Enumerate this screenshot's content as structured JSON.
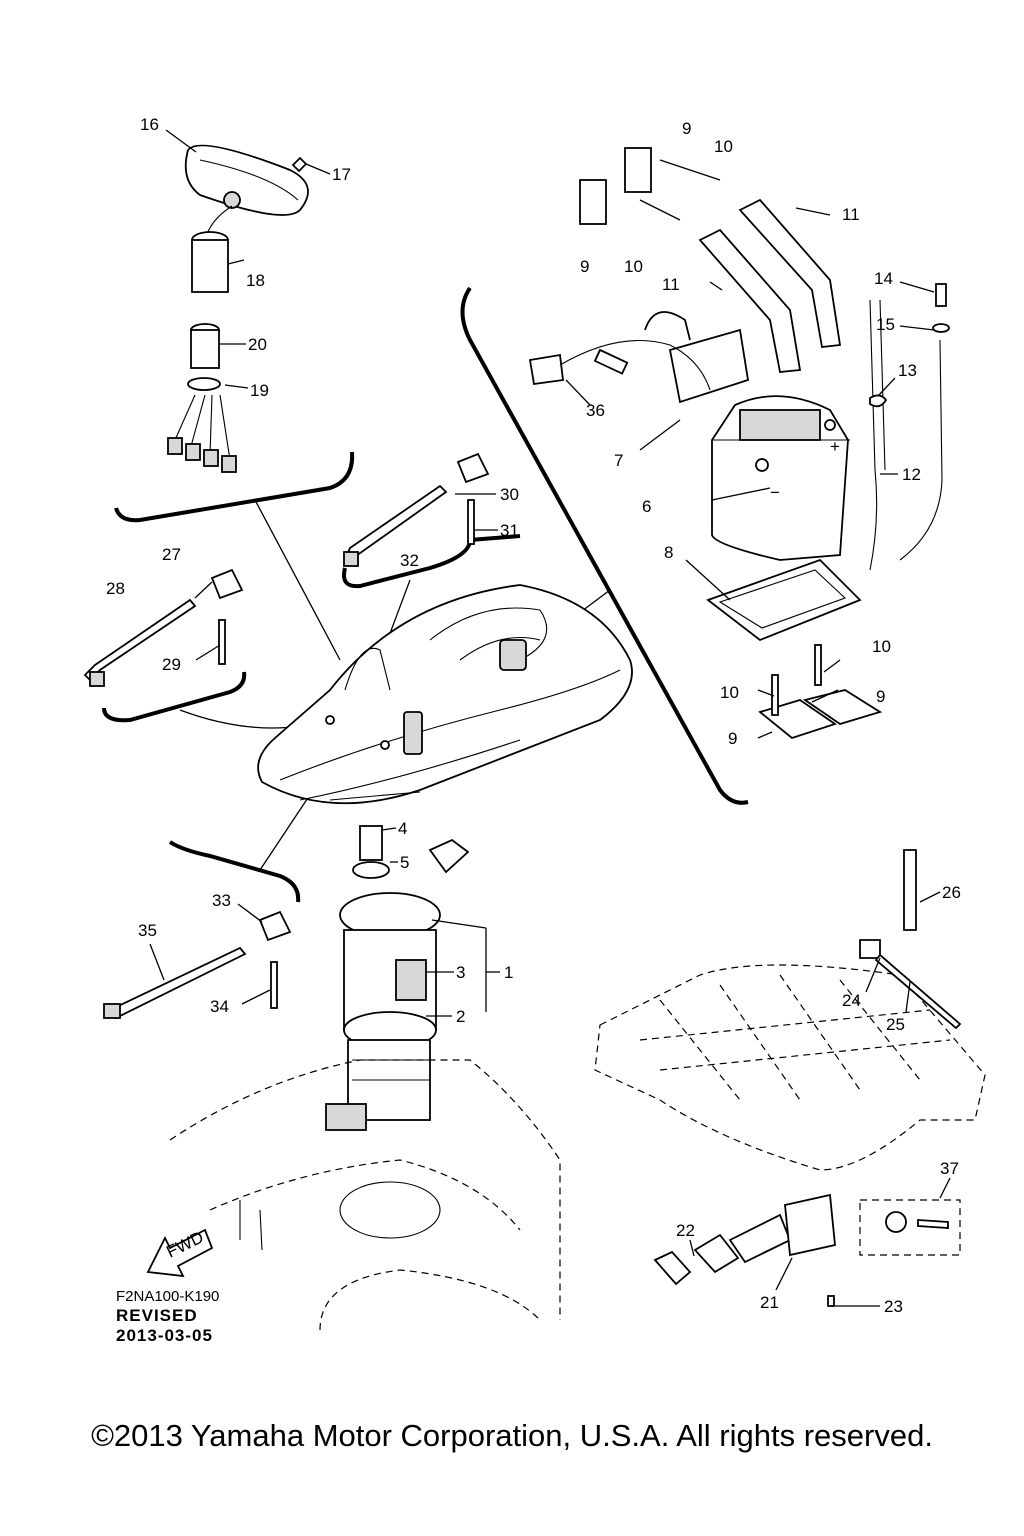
{
  "diagram": {
    "callouts": {
      "c1": "1",
      "c2": "2",
      "c3": "3",
      "c4": "4",
      "c5": "5",
      "c6": "6",
      "c7": "7",
      "c8": "8",
      "c9a": "9",
      "c9b": "9",
      "c9c": "9",
      "c9d": "9",
      "c10a": "10",
      "c10b": "10",
      "c10c": "10",
      "c10d": "10",
      "c11a": "11",
      "c11b": "11",
      "c12": "12",
      "c13": "13",
      "c14": "14",
      "c15": "15",
      "c16": "16",
      "c17": "17",
      "c18": "18",
      "c19": "19",
      "c20": "20",
      "c21": "21",
      "c22": "22",
      "c23": "23",
      "c24": "24",
      "c25": "25",
      "c26": "26",
      "c27": "27",
      "c28": "28",
      "c29": "29",
      "c30": "30",
      "c31": "31",
      "c32": "32",
      "c33": "33",
      "c34": "34",
      "c35": "35",
      "c36": "36",
      "c37": "37"
    },
    "fwd_label": "FWD",
    "battery_plus": "+",
    "battery_minus": "−"
  },
  "footer": {
    "ref_code": "F2NA100-K190",
    "revised": "REVISED",
    "date": "2013-03-05",
    "copyright": "©2013 Yamaha Motor Corporation, U.S.A. All rights reserved."
  }
}
